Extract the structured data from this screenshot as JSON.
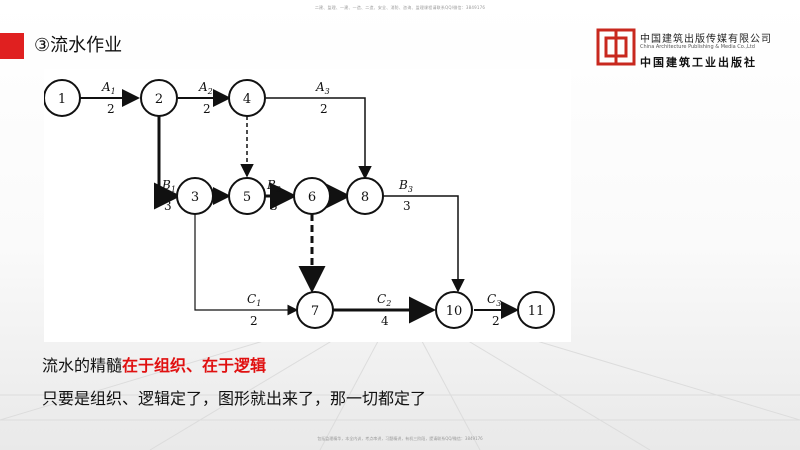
{
  "header": {
    "top_note": "二建、监理、一建、一造、二造、安全、消防、咨询、监理课程请联系QQ/微信：3849176",
    "title": "③流水作业"
  },
  "logo": {
    "name_cn": "中国建筑出版传媒有限公司",
    "name_en": "China Architecture Publishing & Media Co.,Ltd",
    "brand": "中国建筑工业出版社"
  },
  "network": {
    "nodes": [
      "1",
      "2",
      "4",
      "3",
      "5",
      "6",
      "8",
      "7",
      "10",
      "11"
    ],
    "activities": [
      {
        "name": "A",
        "sub": "1",
        "duration": "2"
      },
      {
        "name": "A",
        "sub": "2",
        "duration": "2"
      },
      {
        "name": "A",
        "sub": "3",
        "duration": "2"
      },
      {
        "name": "B",
        "sub": "1",
        "duration": "3"
      },
      {
        "name": "B",
        "sub": "2",
        "duration": "3"
      },
      {
        "name": "B",
        "sub": "3",
        "duration": "3"
      },
      {
        "name": "C",
        "sub": "1",
        "duration": "2"
      },
      {
        "name": "C",
        "sub": "2",
        "duration": "4"
      },
      {
        "name": "C",
        "sub": "3",
        "duration": "2"
      }
    ]
  },
  "body": {
    "line1_prefix": "流水的精髓",
    "line1_highlight": "在于组织、在于逻辑",
    "line2": "只要是组织、逻辑定了，图形就出来了，那一切都定了"
  },
  "footer": {
    "bottom_note": "包括监理精华，本全内训，考点串讲，习题精讲，有机三阶段，提请联系QQ/微信：3849176"
  }
}
